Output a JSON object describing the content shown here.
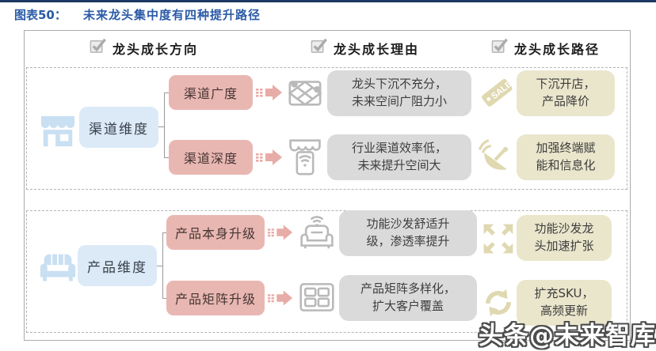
{
  "figure": {
    "label": "图表50：",
    "title": "未来龙头集中度有四种提升路径"
  },
  "watermark": "头条@未来智库",
  "columns": [
    {
      "label": "龙头成长方向",
      "icon": "checkbox-check-icon"
    },
    {
      "label": "龙头成长理由",
      "icon": "checkbox-check-icon"
    },
    {
      "label": "龙头成长路径",
      "icon": "checkbox-check-icon"
    }
  ],
  "sections": [
    {
      "dimension": {
        "label": "渠道维度",
        "icon": "storefront-icon"
      },
      "rows": [
        {
          "direction": "渠道广度",
          "arrow_icon": "striped-arrow-icon",
          "reason": {
            "icon": "map-pins-icon",
            "text": "龙头下沉不充分，未来空间广阻力小"
          },
          "path": {
            "icon": "sale-tag-icon",
            "text": "下沉开店，产品降价"
          }
        },
        {
          "direction": "渠道深度",
          "arrow_icon": "striped-arrow-icon",
          "reason": {
            "icon": "store-phone-icon",
            "text": "行业渠道效率低，未来提升空间大"
          },
          "path": {
            "icon": "satellite-dish-icon",
            "text": "加强终端赋能和信息化"
          }
        }
      ]
    },
    {
      "dimension": {
        "label": "产品维度",
        "icon": "sofa-icon"
      },
      "rows": [
        {
          "direction": "产品本身升级",
          "arrow_icon": "striped-arrow-icon",
          "reason": {
            "icon": "smart-sofa-icon",
            "text": "功能沙发舒适升级，渗透率提升"
          },
          "path": {
            "icon": "expand-arrows-icon",
            "text": "功能沙发龙头加速扩张"
          }
        },
        {
          "direction": "产品矩阵升级",
          "arrow_icon": "striped-arrow-icon",
          "reason": {
            "icon": "product-matrix-icon",
            "text": "产品矩阵多样化，扩大客户覆盖"
          },
          "path": {
            "icon": "refresh-icon",
            "text": "扩充SKU，高频更新"
          }
        }
      ]
    }
  ],
  "colors": {
    "top_bar": "#1F3864",
    "title_blue": "#2A5AA6",
    "dimension_fill": "#DCEAF7",
    "direction_fill": "#E9B7B2",
    "reason_fill": "#DADADA",
    "path_fill": "#EAE6CC",
    "icon_blue": "#C9DFF2",
    "icon_gray": "#B9B9B9",
    "icon_beige": "#DFD8B0",
    "arrow_pink": "#E7ACA7"
  }
}
